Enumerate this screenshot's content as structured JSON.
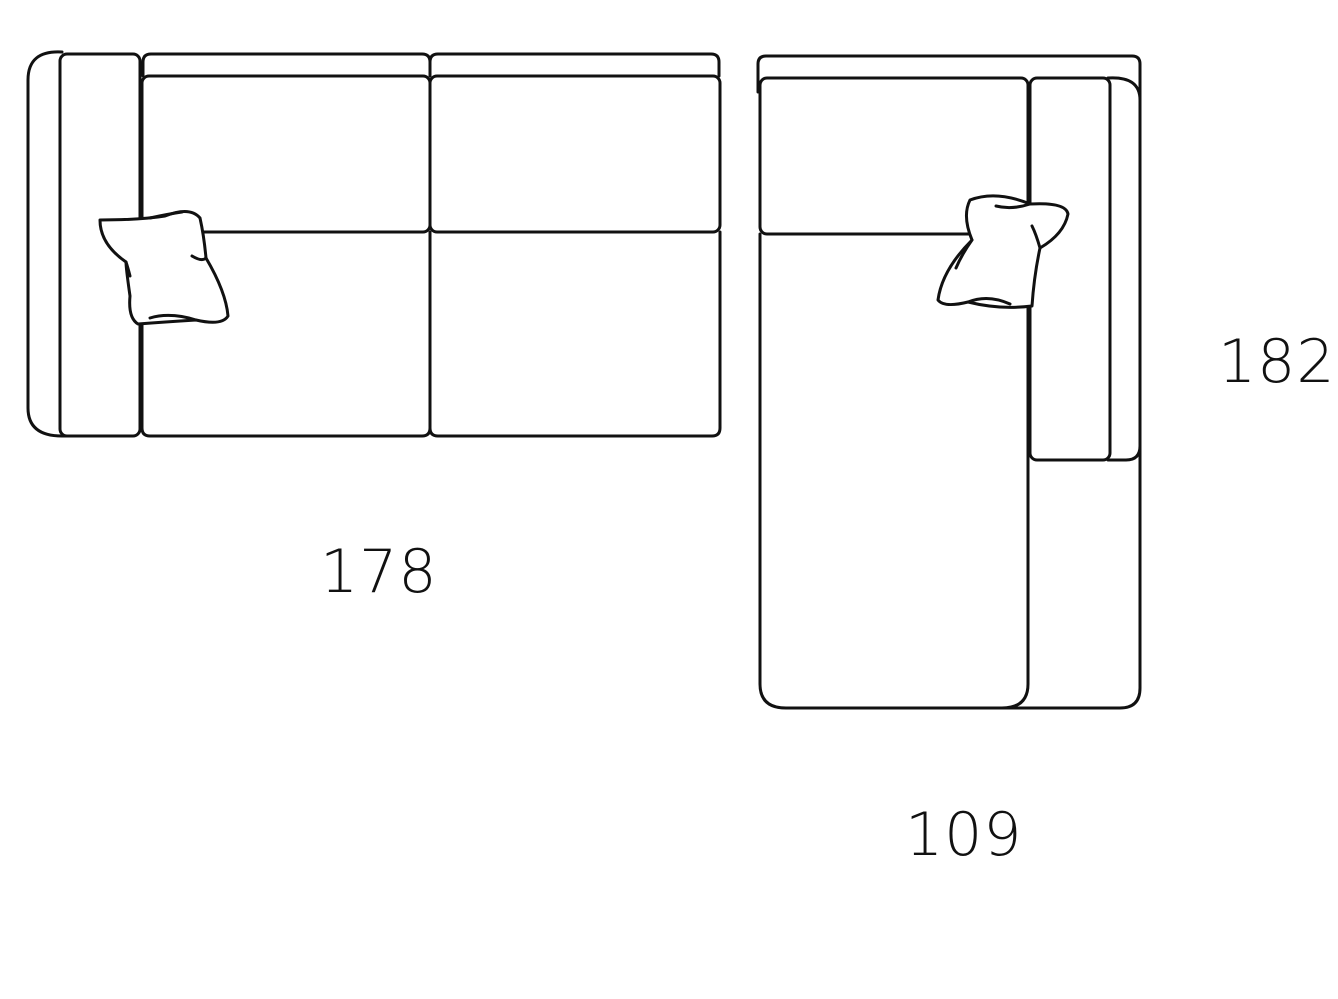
{
  "colors": {
    "line": "#111111",
    "background": "#ffffff"
  },
  "dimensions": {
    "left_sofa_width": "178",
    "chaise_width": "109",
    "chaise_depth": "182"
  },
  "icons": {
    "cushion": "pillow-icon"
  }
}
